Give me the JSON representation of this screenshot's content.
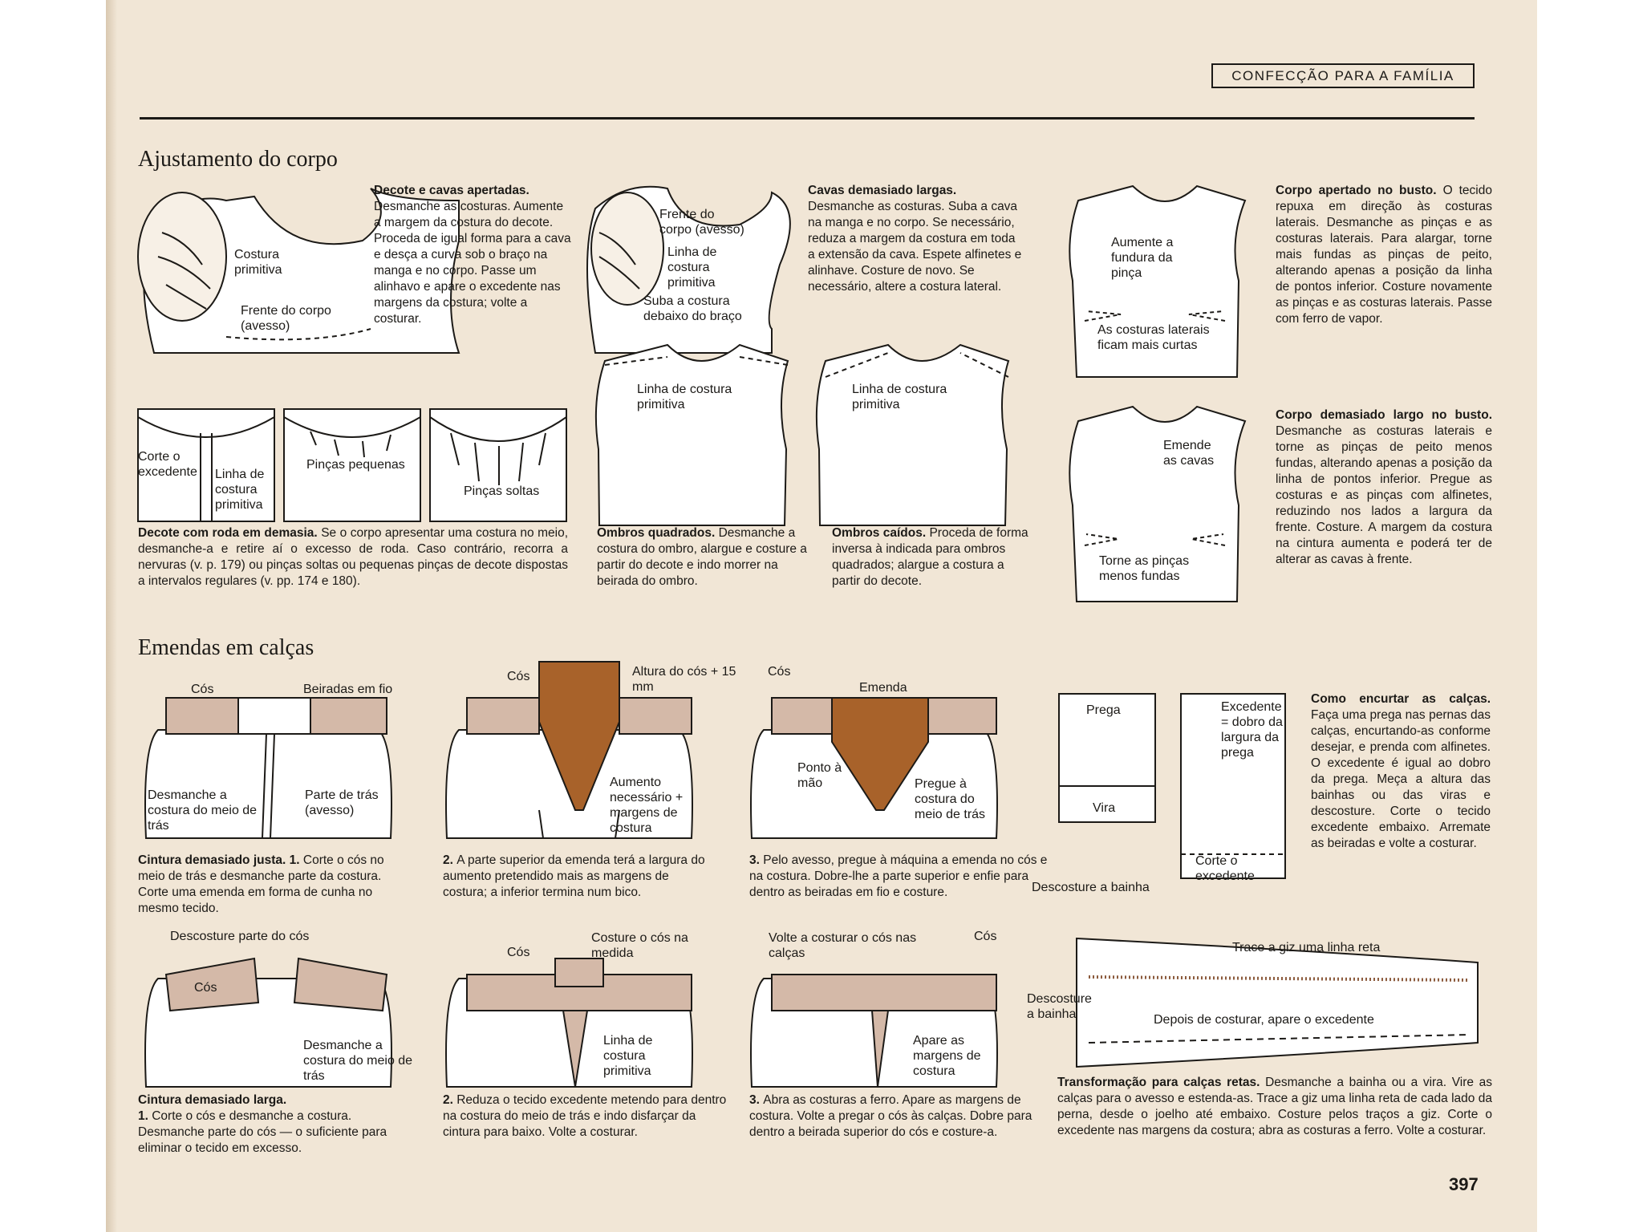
{
  "header": {
    "section": "CONFECÇÃO PARA A FAMÍLIA"
  },
  "page_number": "397",
  "body_fitting": {
    "title": "Ajustamento do corpo",
    "neckline_armholes": {
      "heading": "Decote e cavas apertadas.",
      "text": "Desmanche as costuras. Aumente a margem da costura do decote. Proceda de igual forma para a cava e desça a curva sob o braço na manga e no corpo. Passe um alinhavo e apare o excedente nas margens da costura; volte a costurar.",
      "labels": [
        "Costura primitiva",
        "Frente do corpo (avesso)"
      ]
    },
    "sleeve_front": {
      "labels": [
        "Frente do corpo (avesso)",
        "Linha de costura primitiva",
        "Suba a costura debaixo do braço"
      ]
    },
    "armholes_wide": {
      "heading": "Cavas demasiado largas.",
      "text": "Desmanche as costuras. Suba a cava na manga e no corpo. Se necessário, reduza a margem da costura em toda a extensão da cava. Espete alfinetes e alinhave. Costure de novo. Se necessário, altere a costura lateral."
    },
    "tight_bust": {
      "heading": "Corpo apertado no busto.",
      "text": "O tecido repuxa em direção às costuras laterais. Desmanche as pinças e as costuras laterais. Para alargar, torne mais fundas as pinças de peito, alterando apenas a posição da linha de pontos inferior. Costure novamente as pinças e as costuras laterais. Passe com ferro de vapor.",
      "labels": [
        "Aumente a fundura da pinça",
        "As costuras laterais ficam mais curtas"
      ]
    },
    "neck_flare": {
      "heading": "Decote com roda em demasia.",
      "text": "Se o corpo apresentar uma costura no meio, desmanche-a e retire aí o excesso de roda. Caso contrário, recorra a nervuras (v. p. 179) ou pinças soltas ou pequenas pinças de decote dispostas a intervalos regulares (v. pp. 174 e 180).",
      "labels": [
        "Corte o excedente",
        "Linha de costura primitiva",
        "Pinças pequenas",
        "Pinças soltas"
      ]
    },
    "square_shoulders": {
      "heading": "Ombros quadrados.",
      "text": "Desmanche a costura do ombro, alargue e costure a partir do decote e indo morrer na beirada do ombro.",
      "label": "Linha de costura primitiva"
    },
    "sloping_shoulders": {
      "heading": "Ombros caídos.",
      "text": "Proceda de forma inversa à indicada para ombros quadrados; alargue a costura a partir do decote.",
      "label": "Linha de costura primitiva"
    },
    "loose_bust": {
      "heading": "Corpo demasiado largo no busto.",
      "text": "Desmanche as costuras laterais e torne as pinças de peito menos fundas, alterando apenas a posição da linha de pontos inferior. Pregue as costuras e as pinças com alfinetes, reduzindo nos lados a largura da frente. Costure. A margem da costura na cintura aumenta e poderá ter de alterar as cavas à frente.",
      "labels": [
        "Emende as cavas",
        "Torne as pinças menos fundas"
      ]
    }
  },
  "trousers": {
    "title": "Emendas em calças",
    "tight_waist": {
      "step1": {
        "num": "1.",
        "heading": "Cintura demasiado justa.",
        "text": "Corte o cós no meio de trás e desmanche parte da costura. Corte uma emenda em forma de cunha no mesmo tecido.",
        "labels": [
          "Cós",
          "Beiradas em fio",
          "Desmanche a costura do meio de trás",
          "Parte de trás (avesso)"
        ]
      },
      "step2": {
        "num": "2.",
        "text": "A parte superior da emenda terá a largura do aumento pretendido mais as margens de costura; a inferior termina num bico.",
        "labels": [
          "Cós",
          "Altura do cós + 15 mm",
          "Aumento necessário + margens de costura"
        ]
      },
      "step3": {
        "num": "3.",
        "text": "Pelo avesso, pregue à máquina a emenda no cós e na costura. Dobre-lhe a parte superior e enfie para dentro as beiradas em fio e costure.",
        "labels": [
          "Cós",
          "Emenda",
          "Ponto à mão",
          "Pregue à costura do meio de trás"
        ]
      }
    },
    "loose_waist": {
      "step1": {
        "heading": "Cintura demasiado larga.",
        "num": "1.",
        "text": "Corte o cós e desmanche a costura. Desmanche parte do cós — o suficiente para eliminar o tecido em excesso.",
        "labels": [
          "Descosture parte do cós",
          "Cós",
          "Desmanche a costura do meio de trás"
        ]
      },
      "step2": {
        "num": "2.",
        "text": "Reduza o tecido excedente metendo para dentro na costura do meio de trás e indo disfarçar da cintura para baixo. Volte a costurar.",
        "labels": [
          "Cós",
          "Costure o cós na medida",
          "Linha de costura primitiva"
        ]
      },
      "step3": {
        "num": "3.",
        "text": "Abra as costuras a ferro. Apare as margens de costura. Volte a pregar o cós às calças. Dobre para dentro a beirada superior do cós e costure-a.",
        "labels": [
          "Volte a costurar o cós nas calças",
          "Cós",
          "Apare as margens de costura"
        ]
      }
    },
    "shorten": {
      "heading": "Como encurtar as calças.",
      "text": "Faça uma prega nas pernas das calças, encurtando-as conforme desejar, e prenda com alfinetes. O excedente é igual ao dobro da prega. Meça a altura das bainhas ou das viras e descosture. Corte o tecido excedente embaixo. Arremate as beiradas e volte a costurar.",
      "labels": [
        "Prega",
        "Vira",
        "Excedente = dobro da largura da prega",
        "Descosture a bainha",
        "Corte o excedente"
      ]
    },
    "straight": {
      "heading": "Transformação para calças retas.",
      "text": "Desmanche a bainha ou a vira. Vire as calças para o avesso e estenda-as. Trace a giz uma linha reta de cada lado da perna, desde o joelho até embaixo. Costure pelos traços a giz. Corte o excedente nas margens da costura; abra as costuras a ferro. Volte a costurar.",
      "labels": [
        "Trace a giz uma linha reta",
        "Descosture a bainha",
        "Depois de costurar, apare o excedente"
      ]
    }
  },
  "colors": {
    "paper": "#f1e6d6",
    "ink": "#1c1a17",
    "band": "#d4b9a8",
    "insert": "#a8622a"
  }
}
